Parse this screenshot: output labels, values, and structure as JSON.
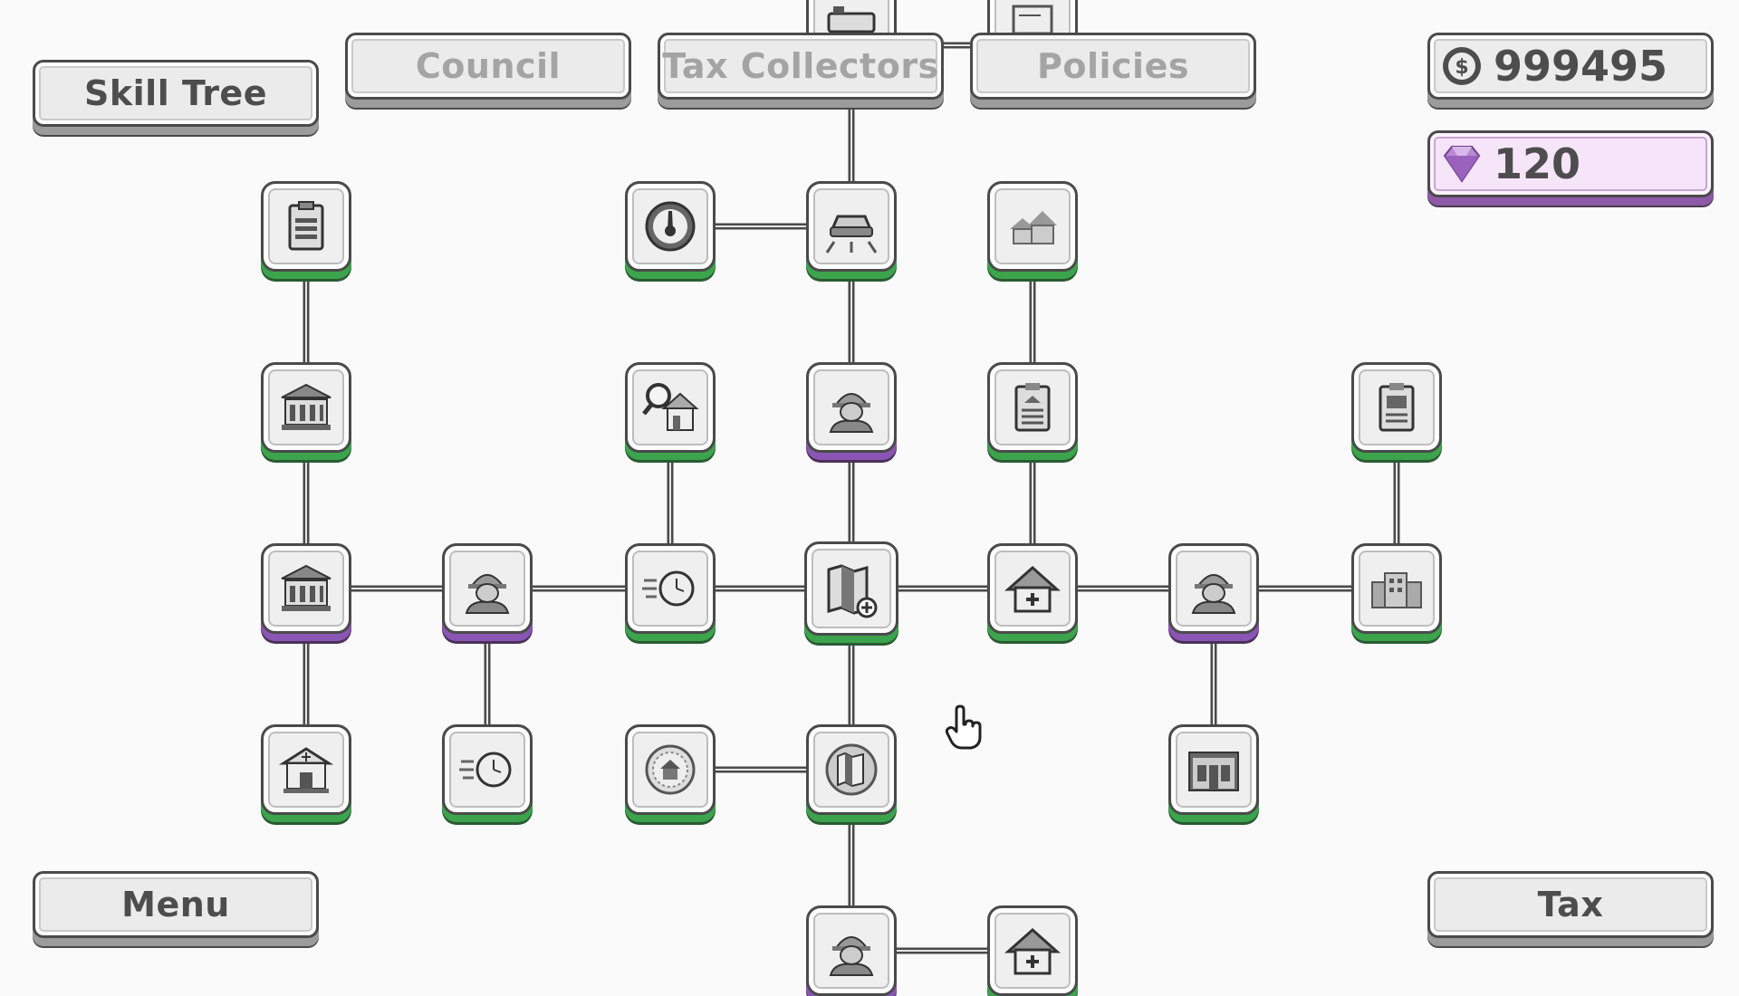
{
  "header": {
    "skill_tree_label": "Skill Tree",
    "council_label": "Council",
    "tax_collectors_label": "Tax Collectors",
    "policies_label": "Policies"
  },
  "resources": {
    "money": "999495",
    "money_icon": "dollar-coin-icon",
    "gems": "120",
    "gems_icon": "gem-icon"
  },
  "footer": {
    "menu_label": "Menu",
    "tax_label": "Tax"
  },
  "colors": {
    "unlocked_accent": "#3ba44d",
    "premium_accent": "#8a55b4",
    "button_text": "#4d4d4d",
    "inactive_text": "#a4a4a4"
  },
  "skill_nodes": [
    {
      "id": "report-card-top",
      "icon": "clipboard-building-icon",
      "state": "green"
    },
    {
      "id": "speedometer",
      "icon": "speedometer-icon",
      "state": "green"
    },
    {
      "id": "car-road",
      "icon": "car-road-icon",
      "state": "green"
    },
    {
      "id": "houses",
      "icon": "houses-icon",
      "state": "green"
    },
    {
      "id": "bank-1",
      "icon": "bank-icon",
      "state": "green"
    },
    {
      "id": "house-inspection",
      "icon": "house-magnifier-icon",
      "state": "green"
    },
    {
      "id": "worker-1",
      "icon": "worker-helmet-icon",
      "state": "purple"
    },
    {
      "id": "house-report",
      "icon": "clipboard-house-icon",
      "state": "green"
    },
    {
      "id": "city-report",
      "icon": "clipboard-city-icon",
      "state": "green"
    },
    {
      "id": "bank-2",
      "icon": "bank-icon",
      "state": "purple"
    },
    {
      "id": "worker-2",
      "icon": "worker-helmet-icon",
      "state": "purple"
    },
    {
      "id": "fast-clock-1",
      "icon": "fast-clock-icon",
      "state": "green"
    },
    {
      "id": "map-add",
      "icon": "map-plus-icon",
      "state": "green"
    },
    {
      "id": "house-add",
      "icon": "house-plus-icon",
      "state": "green"
    },
    {
      "id": "worker-3",
      "icon": "worker-helmet-icon",
      "state": "purple"
    },
    {
      "id": "office-buildings",
      "icon": "office-buildings-icon",
      "state": "green"
    },
    {
      "id": "small-bank-add",
      "icon": "bank-plus-icon",
      "state": "green"
    },
    {
      "id": "fast-clock-2",
      "icon": "fast-clock-icon",
      "state": "green"
    },
    {
      "id": "city-seal",
      "icon": "city-seal-icon",
      "state": "green"
    },
    {
      "id": "map-coin",
      "icon": "map-coin-icon",
      "state": "green"
    },
    {
      "id": "storefront",
      "icon": "storefront-icon",
      "state": "green"
    },
    {
      "id": "worker-4",
      "icon": "worker-helmet-icon",
      "state": "purple"
    },
    {
      "id": "house-add-2",
      "icon": "house-plus-icon",
      "state": "green"
    },
    {
      "id": "top-partial-1",
      "icon": "license-plate-icon",
      "state": "green"
    },
    {
      "id": "top-partial-2",
      "icon": "document-icon",
      "state": "green"
    }
  ]
}
